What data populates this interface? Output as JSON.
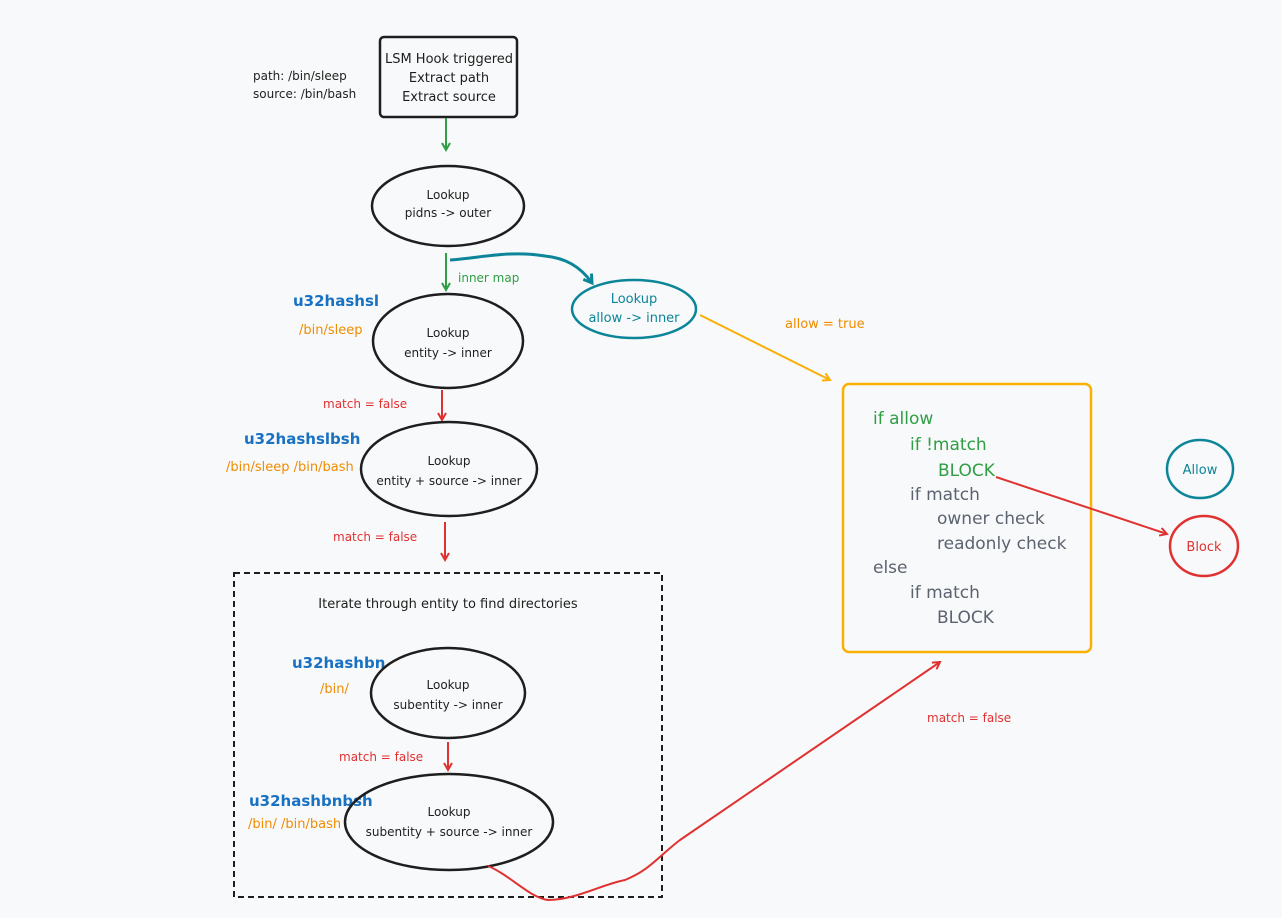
{
  "hook_box": {
    "lines": [
      "LSM Hook triggered",
      "Extract path",
      "Extract source"
    ]
  },
  "path_note": {
    "path": "path: /bin/sleep",
    "source": "source: /bin/bash"
  },
  "pidns_lookup": {
    "line1": "Lookup",
    "line2": "pidns -> outer"
  },
  "inner_map_label": "inner map",
  "allow_lookup": {
    "line1": "Lookup",
    "line2": "allow -> inner"
  },
  "allow_true_label": "allow = true",
  "entity_lookup": {
    "hash": "u32hashsl",
    "path": "/bin/sleep",
    "line1": "Lookup",
    "line2": "entity -> inner"
  },
  "match_false_1": "match = false",
  "entity_source_lookup": {
    "hash": "u32hashslbsh",
    "path": "/bin/sleep  /bin/bash",
    "line1": "Lookup",
    "line2": "entity + source -> inner"
  },
  "match_false_2": "match = false",
  "iterate_box": {
    "title": "Iterate through entity to find directories"
  },
  "subentity_lookup": {
    "hash": "u32hashbn",
    "path": "/bin/",
    "line1": "Lookup",
    "line2": "subentity -> inner"
  },
  "match_false_3": "match = false",
  "subentity_source_lookup": {
    "hash": "u32hashbnbsh",
    "path": "/bin/  /bin/bash",
    "line1": "Lookup",
    "line2": "subentity + source -> inner"
  },
  "match_false_4": "match = false",
  "logic_box": {
    "if_allow": "if allow",
    "if_not_match": "if !match",
    "block_1": "BLOCK",
    "if_match": "if match",
    "owner_check": "owner check",
    "readonly_check": "readonly check",
    "else": "else",
    "if_match_2": "if match",
    "block_2": "BLOCK"
  },
  "allow_result": "Allow",
  "block_result": "Block",
  "colors": {
    "black": "#1e1e1e",
    "green": "#2f9e44",
    "teal": "#0c8599",
    "yellow": "#fab005",
    "red": "#e03131",
    "blue": "#1971c2",
    "orange": "#f08c00",
    "gray": "#5c6370"
  }
}
